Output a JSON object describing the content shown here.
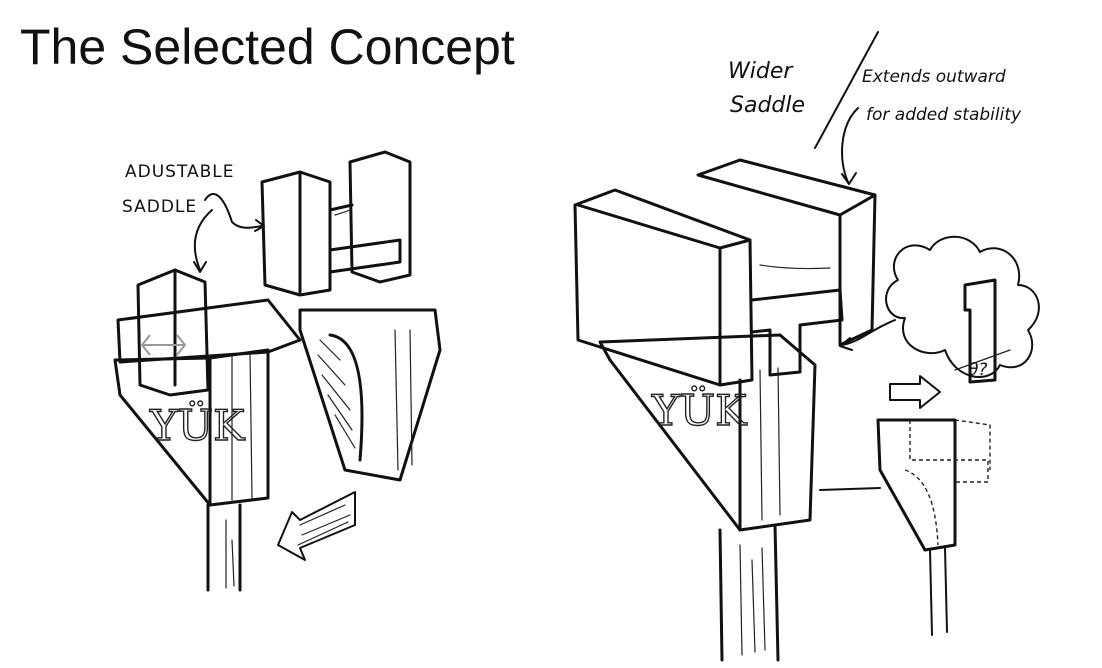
{
  "slide": {
    "title": "The Selected Concept"
  },
  "left_sketch": {
    "annotation_line1": "ADUSTABLE",
    "annotation_line2": "SADDLE",
    "brand_mark": "YÜK"
  },
  "right_sketch": {
    "annotation_a_line1": "Wider",
    "annotation_a_line2": "Saddle",
    "annotation_b_line1": "Extends outward",
    "annotation_b_line2": "for added stability",
    "brand_mark": "YÜK",
    "detail_label": "θ?"
  },
  "colors": {
    "ink": "#111111",
    "background": "#ffffff"
  }
}
